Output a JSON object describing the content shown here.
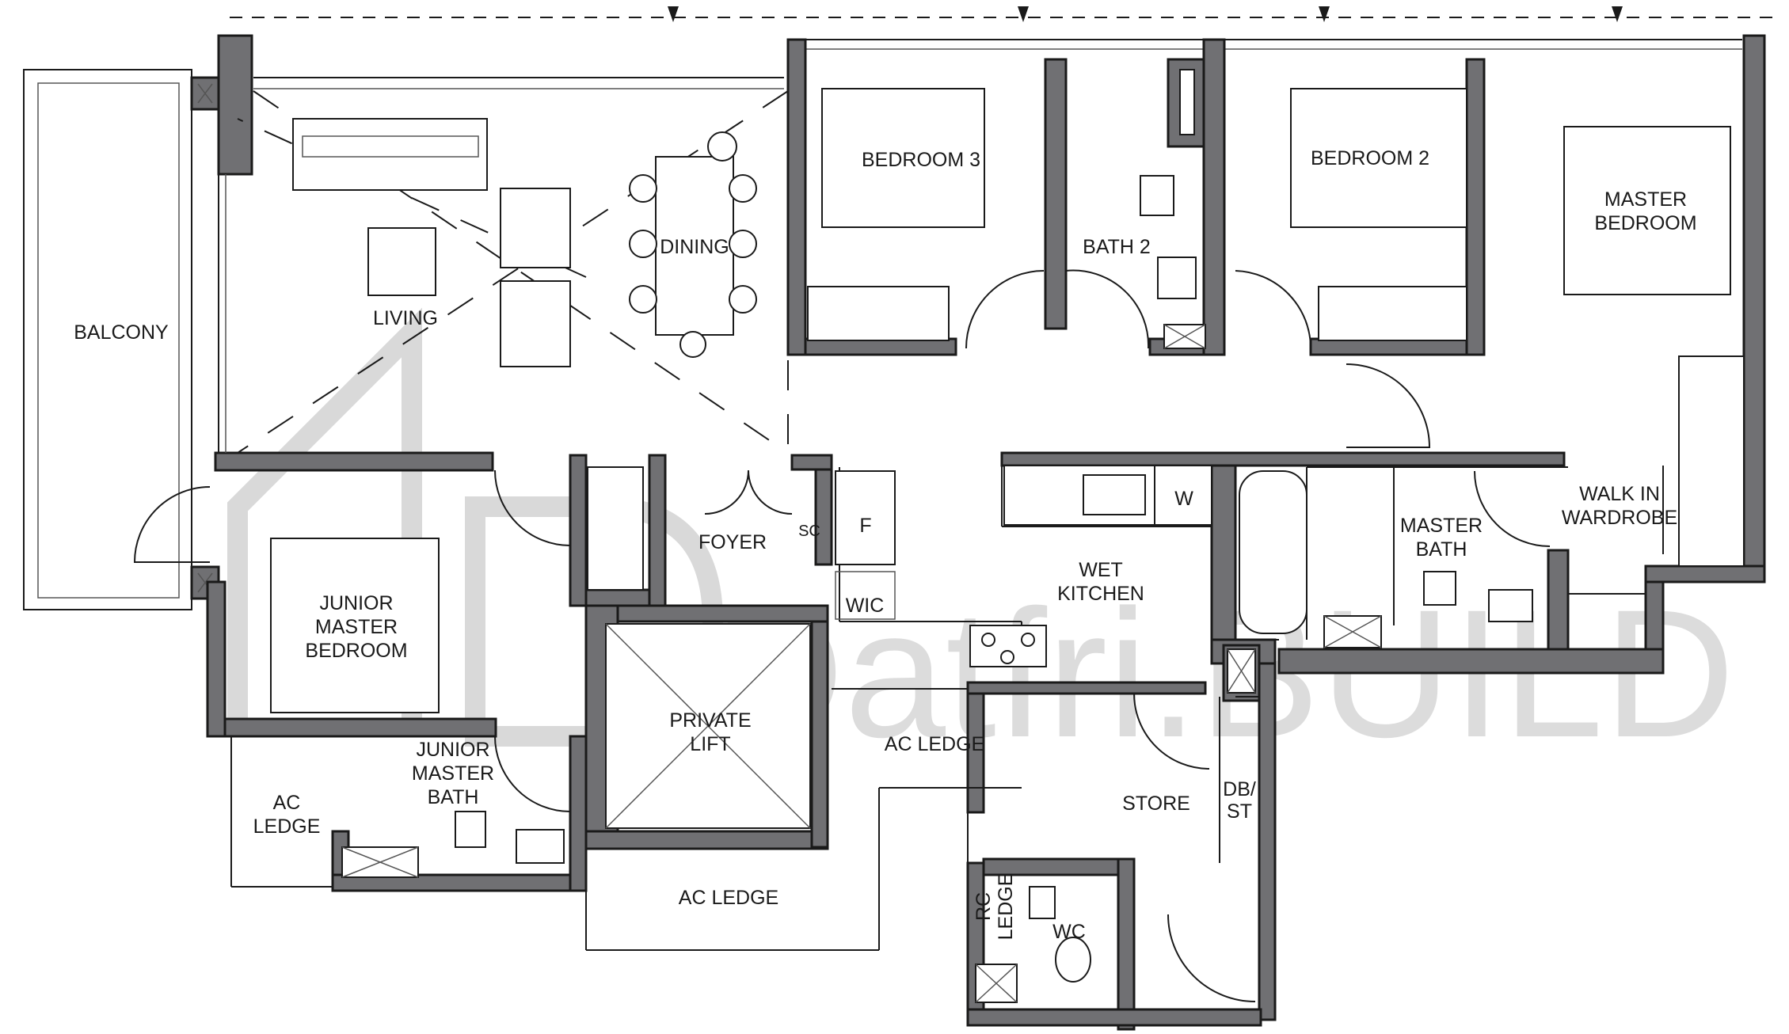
{
  "rooms": {
    "balcony": "BALCONY",
    "living": "LIVING",
    "dining": "DINING",
    "bedroom3": "BEDROOM 3",
    "bath2": "BATH 2",
    "bedroom2": "BEDROOM 2",
    "master_bedroom": [
      "MASTER",
      "BEDROOM"
    ],
    "walk_in_wardrobe": [
      "WALK IN",
      "WARDROBE"
    ],
    "master_bath": [
      "MASTER",
      "BATH"
    ],
    "wet_kitchen": [
      "WET",
      "KITCHEN"
    ],
    "foyer": "FOYER",
    "sc": "SC",
    "f": "F",
    "w": "W",
    "wic": "WIC",
    "junior_master_bedroom": [
      "JUNIOR",
      "MASTER",
      "BEDROOM"
    ],
    "junior_master_bath": [
      "JUNIOR",
      "MASTER",
      "BATH"
    ],
    "ac_ledge_left": [
      "AC",
      "LEDGE"
    ],
    "private_lift": [
      "PRIVATE",
      "LIFT"
    ],
    "ac_ledge_mid": "AC LEDGE",
    "ac_ledge_bottom": "AC LEDGE",
    "store": "STORE",
    "db_st": [
      "DB/",
      "ST"
    ],
    "rc_ledge": [
      "RC",
      "LEDGE"
    ],
    "wc": "WC"
  },
  "watermark": "Datfri.BUILD"
}
